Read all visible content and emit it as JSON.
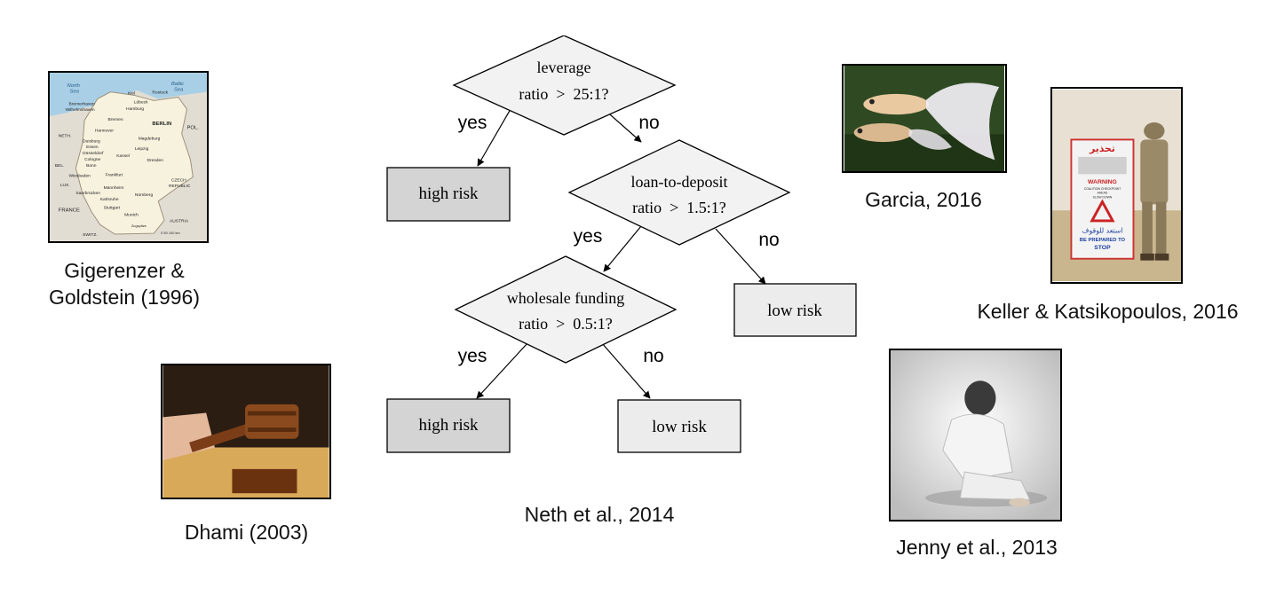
{
  "figures": {
    "map": {
      "caption_line1": "Gigerenzer &",
      "caption_line2": "Goldstein (1996)",
      "labels": {
        "sea1": "North",
        "sea1b": "Sea",
        "sea2": "Baltic",
        "sea2b": "Sea",
        "berlin": "BERLIN",
        "pol": "POL.",
        "neth": "NETH.",
        "bel": "BEL.",
        "lux": "LUX.",
        "france": "FRANCE",
        "czech1": "CZECH",
        "czech2": "REPUBLIC",
        "austria": "AUSTRIA",
        "switz": "SWITZ.",
        "hannover": "Hannover",
        "bremen": "Bremen",
        "hamburg": "Hamburg",
        "kiel": "Kiel",
        "lubeck": "Lübeck",
        "rostock": "Rostock",
        "magdeburg": "Magdeburg",
        "leipzig": "Leipzig",
        "dresden": "Dresden",
        "kassel": "Kassel",
        "duisburg": "Duisburg",
        "essen": "Essen",
        "dusseldorf": "Düsseldorf",
        "cologne": "Cologne",
        "bonn": "Bonn",
        "frankfurt": "Frankfurt",
        "wiesbaden": "Wiesbaden",
        "mannheim": "Mannheim",
        "saarbrucken": "Saarbrücken",
        "karlsruhe": "Karlsruhe",
        "stuttgart": "Stuttgart",
        "nurnberg": "Nürnberg",
        "munich": "Munich",
        "zugspitze": "Zugspitze",
        "bremerhaven": "Bremerhaven",
        "wilhelmshaven": "Wilhelmshaven",
        "scale": "0  50  100 km"
      }
    },
    "gavel": {
      "caption": "Dhami (2003)"
    },
    "fish": {
      "caption": "Garcia, 2016"
    },
    "soldier": {
      "caption": "Keller & Katsikopoulos, 2016",
      "sign": {
        "arabic_top": "تحذير",
        "warning": "WARNING",
        "line2": "COALITION CHECKPOINT",
        "line3": "AHEAD",
        "line4": "SLOW DOWN",
        "arabic_bottom": "استعد للوقوف",
        "stop1": "BE PREPARED TO",
        "stop2": "STOP"
      }
    },
    "woman": {
      "caption": "Jenny et al., 2013"
    }
  },
  "tree": {
    "caption": "Neth et al., 2014",
    "node1": {
      "line1": "leverage",
      "line2": "ratio  >  25:1?"
    },
    "node2": {
      "line1": "loan-to-deposit",
      "line2": "ratio  >  1.5:1?"
    },
    "node3": {
      "line1": "wholesale funding",
      "line2": "ratio  >  0.5:1?"
    },
    "leaf1": "high risk",
    "leaf2": "low risk",
    "leaf3": "high risk",
    "leaf4": "low risk",
    "edges": {
      "e1": "yes",
      "e2": "no",
      "e3": "yes",
      "e4": "no",
      "e5": "yes",
      "e6": "no"
    }
  }
}
